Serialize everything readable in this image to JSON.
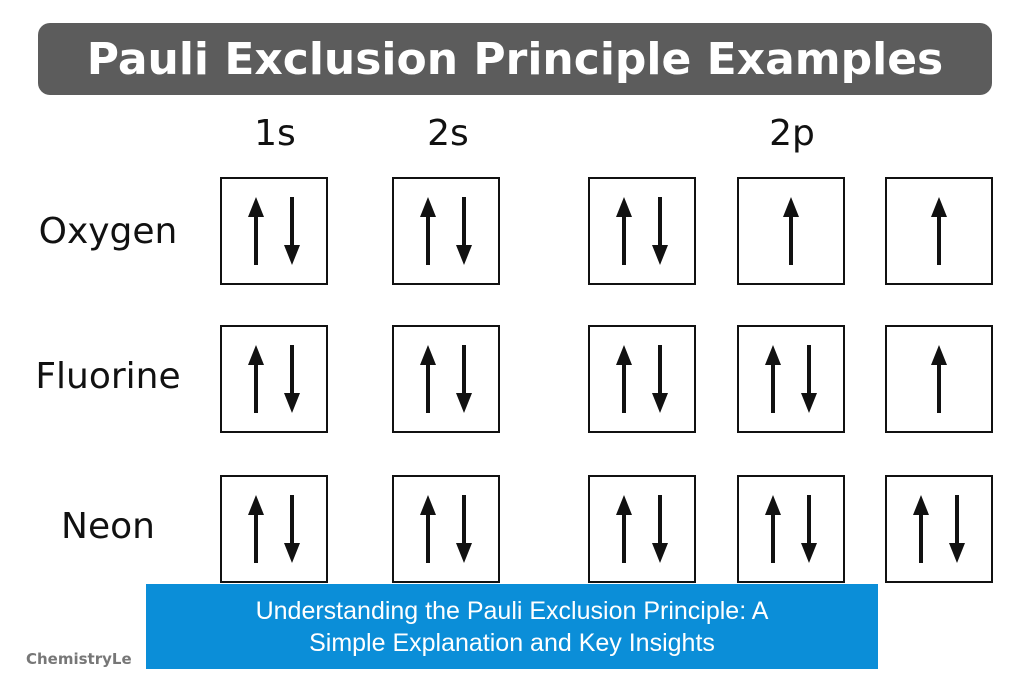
{
  "title": "Pauli Exclusion Principle Examples",
  "column_headers": [
    {
      "label": "1s"
    },
    {
      "label": "2s"
    },
    {
      "label": "2p"
    }
  ],
  "orbitals": [
    "1s",
    "2s",
    "2p",
    "2p",
    "2p"
  ],
  "rows": [
    {
      "label": "Oxygen",
      "electrons": [
        2,
        2,
        2,
        1,
        1
      ]
    },
    {
      "label": "Fluorine",
      "electrons": [
        2,
        2,
        2,
        2,
        1
      ]
    },
    {
      "label": "Neon",
      "electrons": [
        2,
        2,
        2,
        2,
        2
      ]
    }
  ],
  "credit": "ChemistryLe",
  "caption": {
    "line1": "Understanding the Pauli Exclusion Principle: A",
    "line2": "Simple Explanation and Key Insights"
  },
  "colors": {
    "title_bar": "#5c5c5c",
    "banner": "#0b8ed8",
    "arrow": "#111111"
  },
  "icons": {
    "up": "spin-up-arrow-icon",
    "down": "spin-down-arrow-icon"
  }
}
